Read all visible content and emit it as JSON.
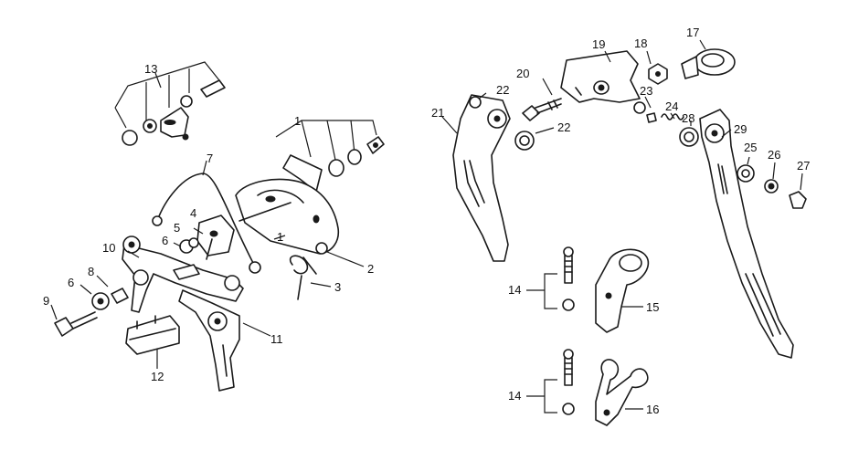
{
  "labels": {
    "l1a": "1",
    "l1b": "1",
    "l2": "2",
    "l3": "3",
    "l4": "4",
    "l5": "5",
    "l6a": "6",
    "l6b": "6",
    "l7": "7",
    "l8": "8",
    "l9": "9",
    "l10": "10",
    "l11": "11",
    "l12": "12",
    "l13": "13",
    "l14a": "14",
    "l14b": "14",
    "l15": "15",
    "l16": "16",
    "l17": "17",
    "l18": "18",
    "l19": "19",
    "l20": "20",
    "l21": "21",
    "l22a": "22",
    "l22b": "22",
    "l23": "23",
    "l24": "24",
    "l25": "25",
    "l26": "26",
    "l27": "27",
    "l28": "28",
    "l29": "29"
  },
  "colors": {
    "ink": "#1a1a1a",
    "paper": "#ffffff"
  }
}
